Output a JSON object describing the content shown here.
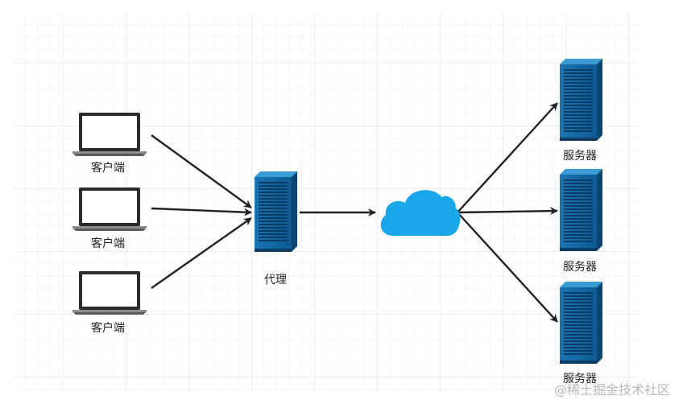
{
  "diagram": {
    "clients": [
      {
        "label": "客户端"
      },
      {
        "label": "客户端"
      },
      {
        "label": "客户端"
      }
    ],
    "proxy": {
      "label": "代理"
    },
    "servers": [
      {
        "label": "服务器"
      },
      {
        "label": "服务器"
      },
      {
        "label": "服务器"
      }
    ],
    "watermark": "@稀土掘金技术社区",
    "colors": {
      "server_blue": "#1468a4",
      "server_dark": "#0f4f80",
      "server_light": "#3fa0d8",
      "cloud": "#1aa7ea",
      "arrow": "#222222",
      "grid": "#e3e3e3"
    },
    "icons": {
      "client": "laptop-icon",
      "proxy": "server-rack-icon",
      "network": "cloud-icon",
      "server": "server-rack-icon"
    }
  }
}
